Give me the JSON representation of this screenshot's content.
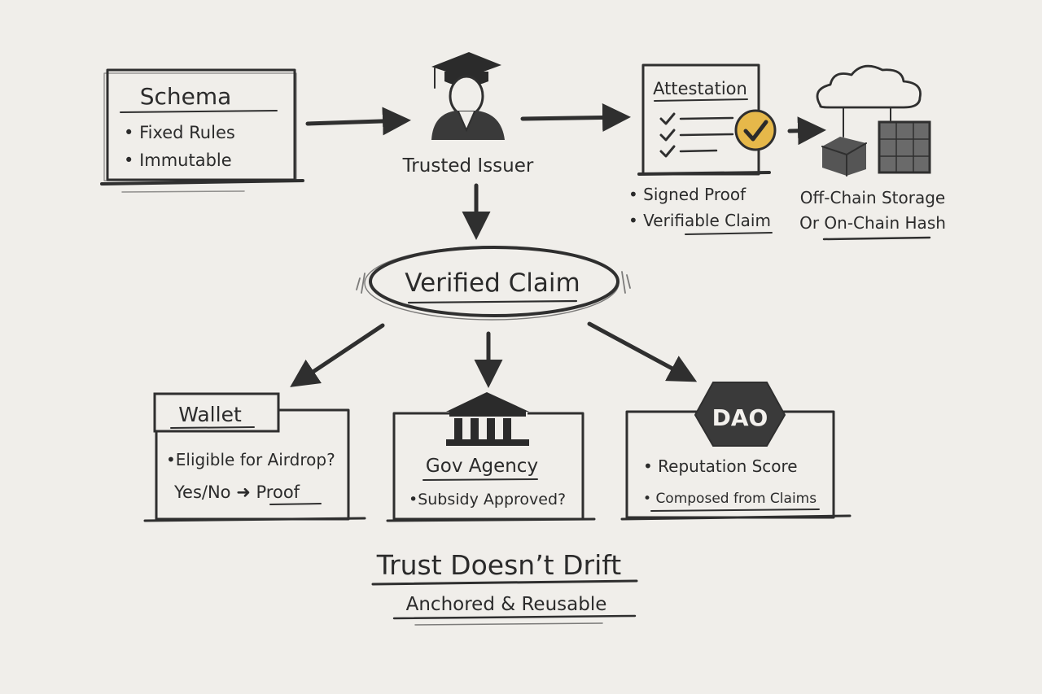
{
  "colors": {
    "paper": "#f0eeea",
    "ink": "#2f2f2f",
    "accent": "#e6b84a"
  },
  "schema": {
    "title": "Schema",
    "bullets": [
      "Fixed Rules",
      "Immutable"
    ]
  },
  "issuer": {
    "icon": "graduate-person-icon",
    "label": "Trusted Issuer"
  },
  "attestation": {
    "title": "Attestation",
    "icon": "checklist-with-checkmark-icon",
    "bullets": [
      "Signed Proof",
      "Verifiable Claim"
    ]
  },
  "storage": {
    "icon": "cloud-and-blocks-icon",
    "label_line1": "Off-Chain Storage",
    "label_line2": "Or On-Chain Hash"
  },
  "claim": {
    "label": "Verified Claim"
  },
  "wallet": {
    "title": "Wallet",
    "line1": "•Eligible for Airdrop?",
    "line2a": "Yes/No",
    "line2b": "Proof"
  },
  "gov": {
    "icon": "government-building-icon",
    "title": "Gov Agency",
    "line1": "•Subsidy Approved?"
  },
  "dao": {
    "badge": "DAO",
    "bullets": [
      "Reputation Score",
      "Composed from Claims"
    ]
  },
  "footer": {
    "title": "Trust Doesn’t Drift",
    "subtitle": "Anchored & Reusable"
  }
}
